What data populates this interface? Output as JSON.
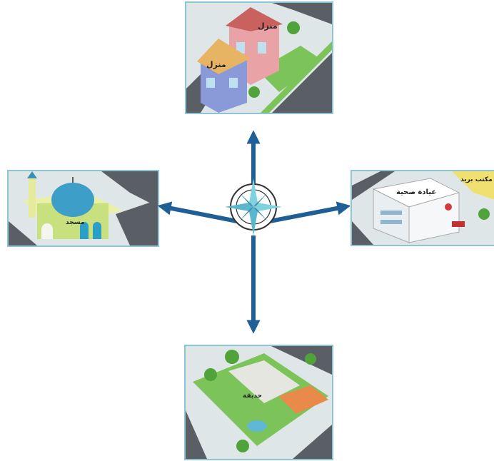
{
  "scenes": {
    "top": {
      "labels": [
        "منزل",
        "منزل"
      ]
    },
    "left": {
      "labels": [
        "مسجد"
      ]
    },
    "right": {
      "labels": [
        "عيادة صحية",
        "مكتب بريد"
      ]
    },
    "bottom": {
      "labels": [
        "حديقة"
      ]
    }
  },
  "colors": {
    "arrow": "#1f5f96",
    "frame": "#8fc3d6",
    "road": "#5a5f66",
    "grass": "#7cc45a",
    "pavement": "#d8dfe3"
  },
  "icons": [
    "compass-rose-icon",
    "arrow-up-icon",
    "arrow-down-icon",
    "arrow-left-icon",
    "arrow-right-icon"
  ]
}
